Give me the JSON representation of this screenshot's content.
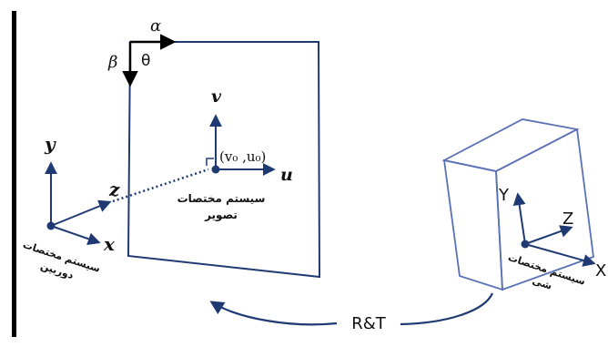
{
  "colors": {
    "stroke": "#1f3a73",
    "text": "#111111",
    "left_bar": "#000000"
  },
  "image_plane": {
    "alpha": "α",
    "beta": "β",
    "theta": "θ",
    "v_axis": "v",
    "u_axis": "u",
    "principal_point": "(v₀ ,u₀)",
    "caption_line1": "سیستم مختصات",
    "caption_line2": "تصویر"
  },
  "camera_frame": {
    "y_axis": "y",
    "z_axis": "z",
    "x_axis": "x",
    "caption_line1": "سیستم مختصات",
    "caption_line2": "دوربین"
  },
  "object_frame": {
    "y_axis": "Y",
    "z_axis": "Z",
    "x_axis": "X",
    "caption_line1": "سیستم مختصات",
    "caption_line2": "شی"
  },
  "transform": {
    "label": "R&T"
  }
}
